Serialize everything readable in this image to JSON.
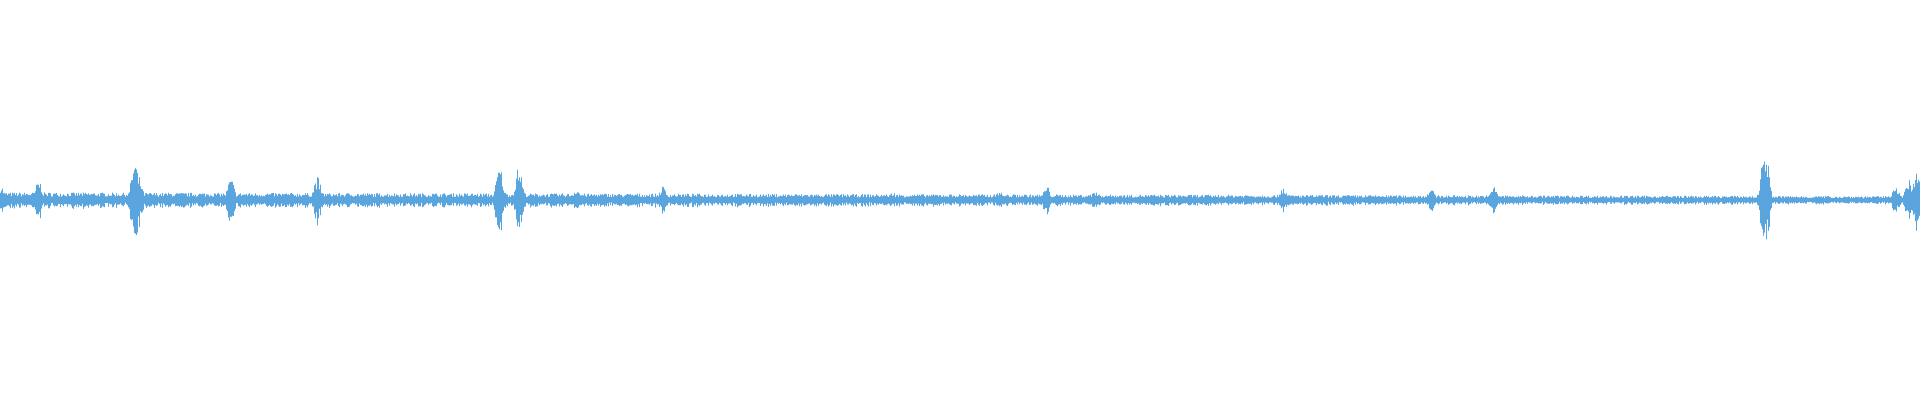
{
  "waveform": {
    "color": "#5aa5de",
    "seed": 7,
    "baseline_amplitude": 0.012,
    "peaks": [
      {
        "t": 0.0,
        "amp": 0.04
      },
      {
        "t": 0.02,
        "amp": 0.05
      },
      {
        "t": 0.07,
        "amp": 0.1
      },
      {
        "t": 0.072,
        "amp": 0.06
      },
      {
        "t": 0.12,
        "amp": 0.055
      },
      {
        "t": 0.165,
        "amp": 0.06
      },
      {
        "t": 0.26,
        "amp": 0.085
      },
      {
        "t": 0.27,
        "amp": 0.085
      },
      {
        "t": 0.3,
        "amp": 0.03
      },
      {
        "t": 0.345,
        "amp": 0.035
      },
      {
        "t": 0.465,
        "amp": 0.02
      },
      {
        "t": 0.52,
        "amp": 0.025
      },
      {
        "t": 0.545,
        "amp": 0.035
      },
      {
        "t": 0.57,
        "amp": 0.025
      },
      {
        "t": 0.668,
        "amp": 0.035
      },
      {
        "t": 0.745,
        "amp": 0.03
      },
      {
        "t": 0.778,
        "amp": 0.035
      },
      {
        "t": 0.919,
        "amp": 0.15
      },
      {
        "t": 0.987,
        "amp": 0.04
      },
      {
        "t": 0.994,
        "amp": 0.05
      },
      {
        "t": 0.998,
        "amp": 0.07
      }
    ]
  }
}
